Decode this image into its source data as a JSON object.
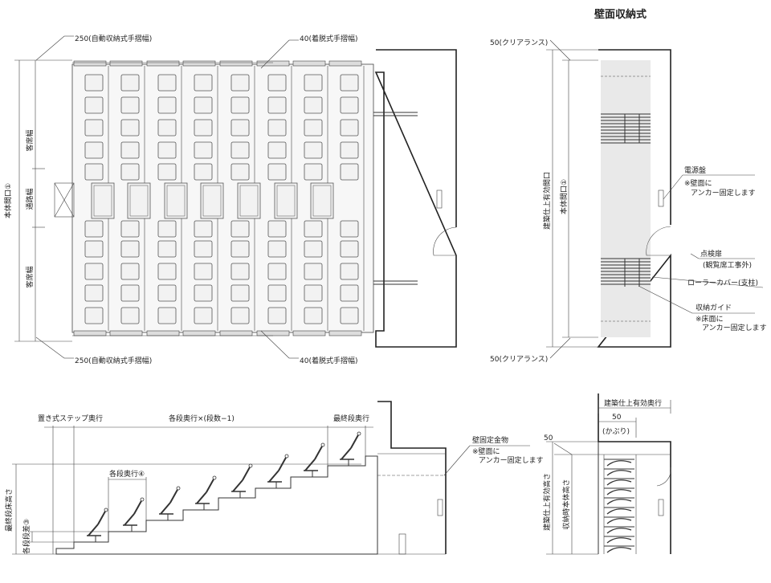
{
  "title": "壁面収納式",
  "plan": {
    "dim_top_left": "250(自動収納式手摺幅)",
    "dim_top_right": "40(着脱式手摺幅)",
    "dim_bottom_left": "250(自動収納式手摺幅)",
    "dim_bottom_right": "40(着脱式手摺幅)",
    "left_vertical": "本体間口①",
    "seat_width_top": "客席幅",
    "aisle_width": "通路幅",
    "seat_width_bottom": "客席幅"
  },
  "wall_plan": {
    "clearance_top": "50(クリアランス)",
    "clearance_bottom": "50(クリアランス)",
    "building_width": "建築仕上有効間口",
    "body_width": "本体間口①",
    "power_panel": "電源盤",
    "power_panel_note1": "※壁面に",
    "power_panel_note2": "アンカー固定します",
    "inspection_door": "点検扉",
    "inspection_door_note": "(観覧席工事外)",
    "roller_cover": "ローラーカバー(支柱)",
    "storage_guide": "収納ガイド",
    "storage_guide_note1": "※床面に",
    "storage_guide_note2": "アンカー固定します"
  },
  "section": {
    "placed_step": "置き式ステップ奥行",
    "each_step_total": "各段奥行×(段数−1)",
    "last_step": "最終段奥行",
    "each_step": "各段奥行④",
    "last_floor_height": "最終段床高さ",
    "each_step_height": "各段段差③",
    "wall_bracket": "壁固定金物",
    "wall_bracket_note1": "※壁面に",
    "wall_bracket_note2": "アンカー固定します"
  },
  "storage_section": {
    "building_depth": "建築仕上有効奥行",
    "overhang_value": "50",
    "overhang_label": "(かぶり)",
    "value_50": "50",
    "building_height": "建築仕上有効高さ",
    "body_height": "収納時本体高さ"
  }
}
